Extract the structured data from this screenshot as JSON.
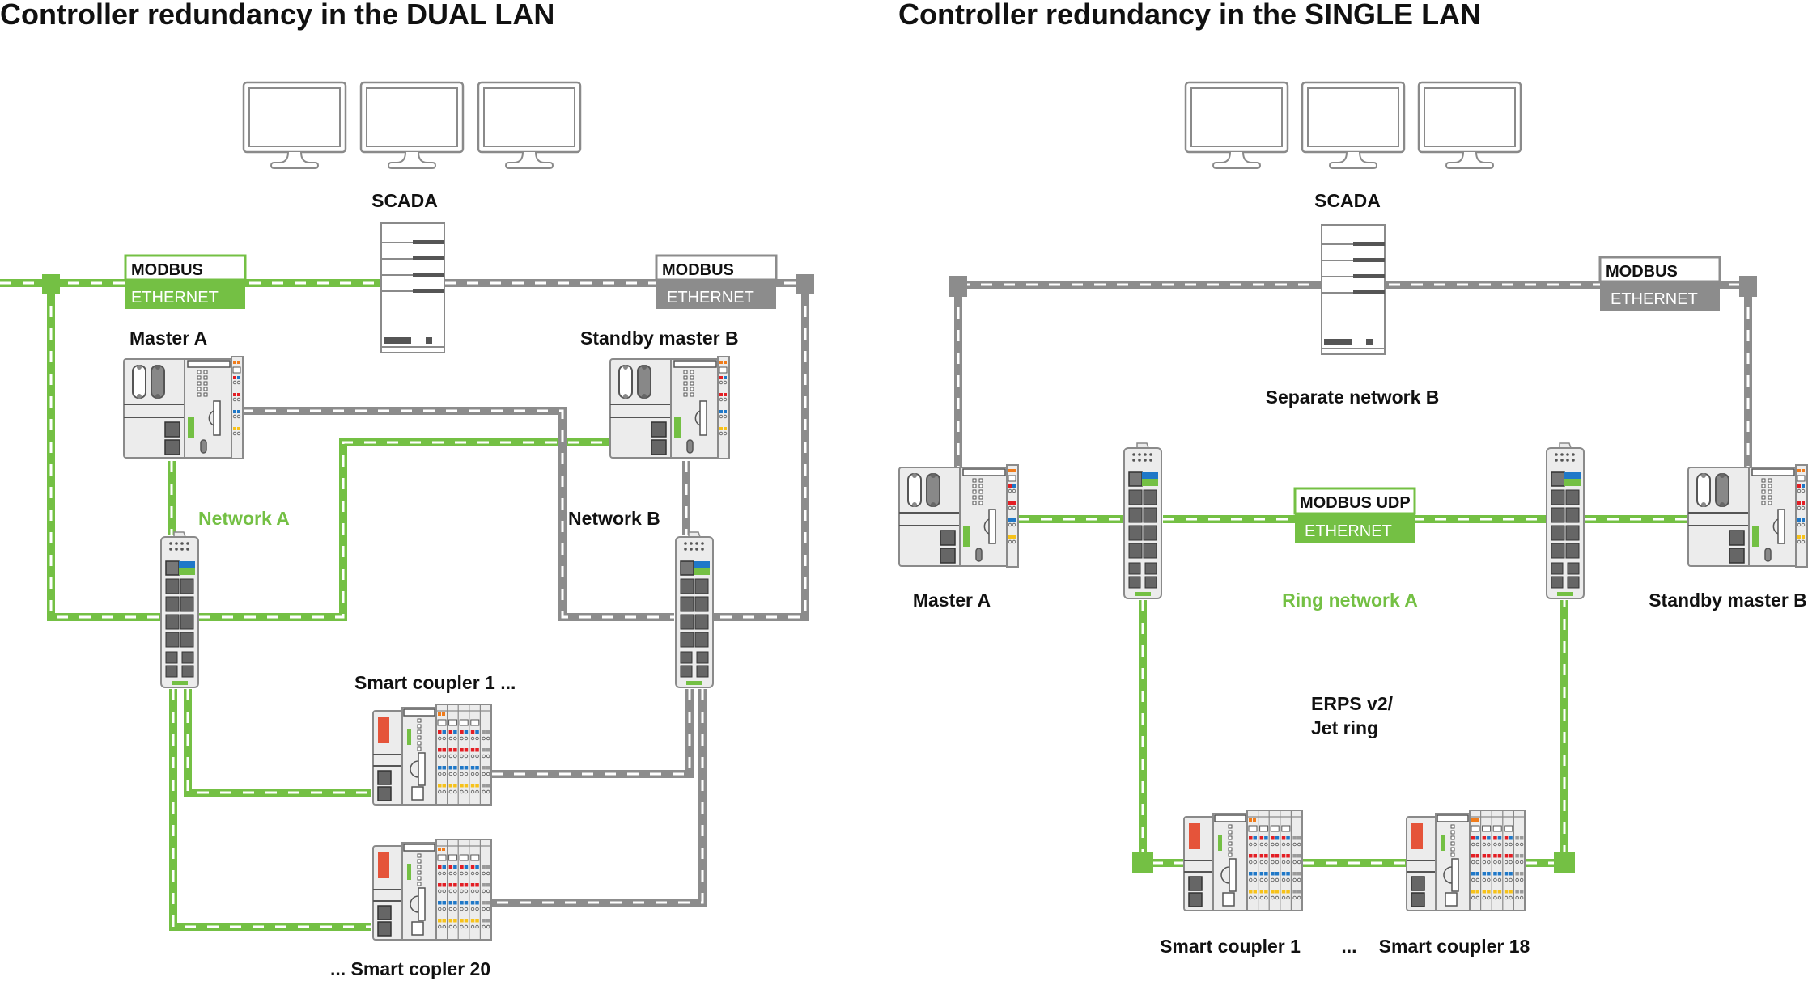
{
  "colors": {
    "network_a": "#74c044",
    "network_b": "#8c8c8c",
    "device_body": "#ececec",
    "device_outline": "#8a8a8a",
    "led_red": "#e31e24",
    "led_blue": "#1f78c8",
    "led_yellow": "#f7c21a",
    "led_orange": "#f07c1c",
    "dip_switch": "#e5543a"
  },
  "left_panel": {
    "title": "Controller redundancy in the DUAL LAN",
    "scada_label": "SCADA",
    "monitors": [
      "monitor-icon",
      "monitor-icon",
      "monitor-icon"
    ],
    "protocol_box_a": {
      "top": "MODBUS",
      "bottom": "ETHERNET",
      "network": "A"
    },
    "protocol_box_b": {
      "top": "MODBUS",
      "bottom": "ETHERNET",
      "network": "B"
    },
    "master_a_label": "Master A",
    "standby_label": "Standby master B",
    "network_a_label": "Network A",
    "network_b_label": "Network B",
    "coupler_first_label": "Smart coupler 1 ...",
    "coupler_last_label": "... Smart copler 20"
  },
  "right_panel": {
    "title": "Controller redundancy in the SINGLE LAN",
    "scada_label": "SCADA",
    "monitors": [
      "monitor-icon",
      "monitor-icon",
      "monitor-icon"
    ],
    "protocol_box_b": {
      "top": "MODBUS",
      "bottom": "ETHERNET",
      "network": "B"
    },
    "separate_network_label": "Separate network B",
    "protocol_box_ring": {
      "top": "MODBUS UDP",
      "bottom": "ETHERNET",
      "network": "A"
    },
    "master_a_label": "Master A",
    "standby_label": "Standby master B",
    "ring_label": "Ring network A",
    "ring_protocol_line1": "ERPS v2/",
    "ring_protocol_line2": "Jet ring",
    "coupler_first_label": "Smart coupler 1",
    "ellipsis": "...",
    "coupler_last_label": "Smart coupler 18"
  }
}
